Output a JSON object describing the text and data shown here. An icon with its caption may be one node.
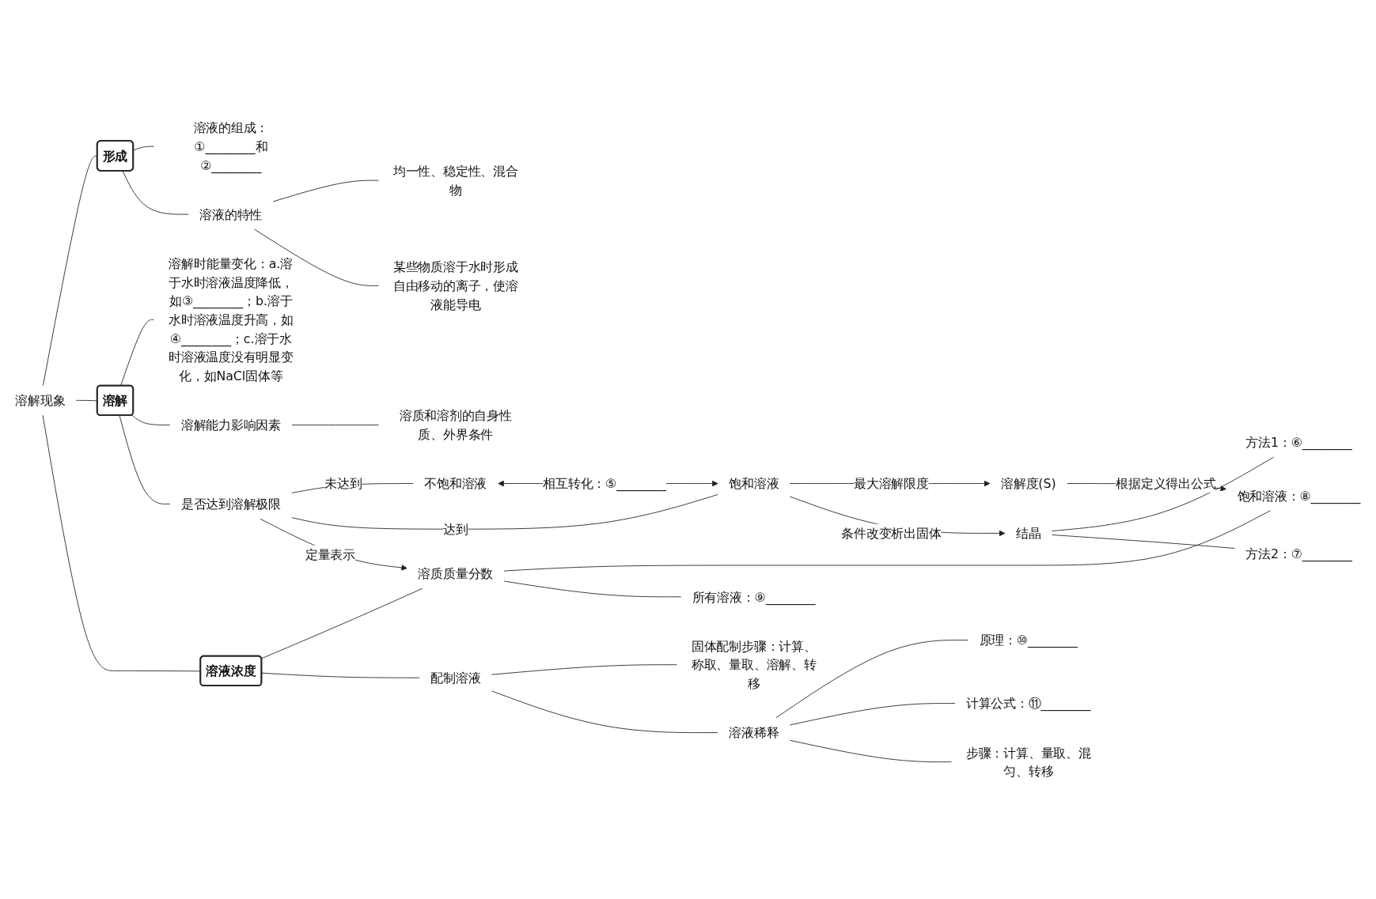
{
  "diagram": {
    "nodes": [
      {
        "text": [
          "溶解现象"
        ]
      },
      {
        "text": [
          "形成"
        ]
      },
      {
        "text": [
          "溶液的组成：①________和②________"
        ]
      },
      {
        "text": [
          "溶液的特性"
        ]
      },
      {
        "text": [
          "均一性、稳定性、混合物"
        ]
      },
      {
        "text": [
          "某些物质溶于水时形成自由移动的离子，使溶液能导电"
        ]
      },
      {
        "text": [
          "溶解"
        ]
      },
      {
        "text": [
          "溶解时能量变化：a.溶于水时溶液温度降低，如③________；b.溶于水时溶液温度升高，如④________；c.溶于水时溶液温度没有明显变化，如NaCl固体等"
        ]
      },
      {
        "text": [
          "溶解能力影响因素"
        ]
      },
      {
        "text": [
          "溶质和溶剂的自身性质、外界条件"
        ]
      },
      {
        "text": [
          "是否达到溶解极限"
        ]
      },
      {
        "text": [
          "不饱和溶液"
        ]
      },
      {
        "text": [
          "饱和溶液"
        ]
      },
      {
        "text": [
          "溶解度(S)"
        ]
      },
      {
        "text": [
          "结晶"
        ]
      },
      {
        "text": [
          "方法1：⑥________"
        ]
      },
      {
        "text": [
          "方法2：⑦________"
        ]
      },
      {
        "text": [
          "溶液浓度"
        ]
      },
      {
        "text": [
          "溶质质量分数"
        ]
      },
      {
        "text": [
          "饱和溶液：⑧________"
        ]
      },
      {
        "text": [
          "所有溶液：⑨________"
        ]
      },
      {
        "text": [
          "配制溶液"
        ]
      },
      {
        "text": [
          "固体配制步骤：计算、称取、量取、溶解、转移"
        ]
      },
      {
        "text": [
          "溶液稀释"
        ]
      },
      {
        "text": [
          "原理：⑩________"
        ]
      },
      {
        "text": [
          "计算公式：⑪________"
        ]
      },
      {
        "text": [
          "步骤：计算、量取、混匀、转移"
        ]
      }
    ],
    "edges": [
      {
        "from": 0,
        "to": 1,
        "arrow": "none"
      },
      {
        "from": 0,
        "to": 6,
        "arrow": "none"
      },
      {
        "from": 0,
        "to": 17,
        "arrow": "none"
      },
      {
        "from": 1,
        "to": 2,
        "arrow": "none"
      },
      {
        "from": 1,
        "to": 3,
        "arrow": "none"
      },
      {
        "from": 3,
        "to": 4,
        "arrow": "none"
      },
      {
        "from": 3,
        "to": 5,
        "arrow": "none"
      },
      {
        "from": 6,
        "to": 7,
        "arrow": "none"
      },
      {
        "from": 6,
        "to": 8,
        "arrow": "none"
      },
      {
        "from": 6,
        "to": 10,
        "arrow": "none"
      },
      {
        "from": 8,
        "to": 9,
        "arrow": "none"
      },
      {
        "from": 10,
        "to": 11,
        "label": "未达到",
        "arrow": "none"
      },
      {
        "from": 10,
        "to": 12,
        "label": "达到",
        "arrow": "none"
      },
      {
        "from": 11,
        "to": 12,
        "label": "相互转化：⑤________",
        "arrow": "both"
      },
      {
        "from": 12,
        "to": 13,
        "label": "最大溶解限度",
        "arrow": "to"
      },
      {
        "from": 12,
        "to": 14,
        "label": "条件改变析出固体",
        "arrow": "to"
      },
      {
        "from": 14,
        "to": 15,
        "arrow": "none"
      },
      {
        "from": 14,
        "to": 16,
        "arrow": "none"
      },
      {
        "from": 10,
        "to": 18,
        "label": "定量表示",
        "arrow": "to"
      },
      {
        "from": 13,
        "to": 19,
        "label": "根据定义得出公式",
        "arrow": "to"
      },
      {
        "from": 17,
        "to": 18,
        "arrow": "none"
      },
      {
        "from": 17,
        "to": 21,
        "arrow": "none"
      },
      {
        "from": 18,
        "to": 19,
        "arrow": "none"
      },
      {
        "from": 18,
        "to": 20,
        "arrow": "none"
      },
      {
        "from": 21,
        "to": 22,
        "arrow": "none"
      },
      {
        "from": 21,
        "to": 23,
        "arrow": "none"
      },
      {
        "from": 23,
        "to": 24,
        "arrow": "none"
      },
      {
        "from": 23,
        "to": 25,
        "arrow": "none"
      },
      {
        "from": 23,
        "to": 26,
        "arrow": "none"
      }
    ]
  }
}
